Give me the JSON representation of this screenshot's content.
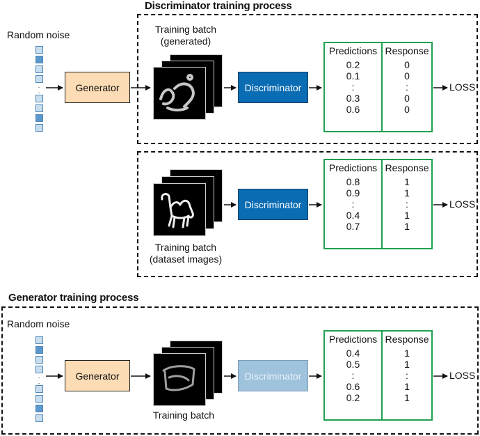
{
  "discriminator_section": {
    "title": "Discriminator training process",
    "fake_panel": {
      "noise_label": "Random noise",
      "generator_label": "Generator",
      "batch_label_line1": "Training batch",
      "batch_label_line2": "(generated)",
      "discriminator_label": "Discriminator",
      "table": {
        "predictions_header": "Predictions",
        "response_header": "Response",
        "predictions": [
          "0.2",
          "0.1",
          ":",
          "0.3",
          "0.6"
        ],
        "responses": [
          "0",
          "0",
          ":",
          "0",
          "0"
        ]
      },
      "loss_label": "LOSS"
    },
    "real_panel": {
      "batch_label_line1": "Training batch",
      "batch_label_line2": "(dataset images)",
      "discriminator_label": "Discriminator",
      "table": {
        "predictions_header": "Predictions",
        "response_header": "Response",
        "predictions": [
          "0.8",
          "0.9",
          ":",
          "0.4",
          "0.7"
        ],
        "responses": [
          "1",
          "1",
          ":",
          "1",
          "1"
        ]
      },
      "loss_label": "LOSS"
    }
  },
  "generator_section": {
    "title": "Generator training process",
    "noise_label": "Random noise",
    "generator_label": "Generator",
    "batch_label": "Training batch",
    "discriminator_label": "Discriminator",
    "table": {
      "predictions_header": "Predictions",
      "response_header": "Response",
      "predictions": [
        "0.4",
        "0.5",
        ":",
        "0.6",
        "0.2"
      ],
      "responses": [
        "1",
        "1",
        ":",
        "1",
        "1"
      ]
    },
    "loss_label": "LOSS"
  },
  "colors": {
    "generator_fill": "#fbdcb4",
    "discriminator_fill": "#0a6cb3",
    "discriminator_faded_fill": "#9fc2dd",
    "table_border": "#20a050",
    "noise_dark": "#5c98cb",
    "noise_light": "#c8ddee"
  }
}
